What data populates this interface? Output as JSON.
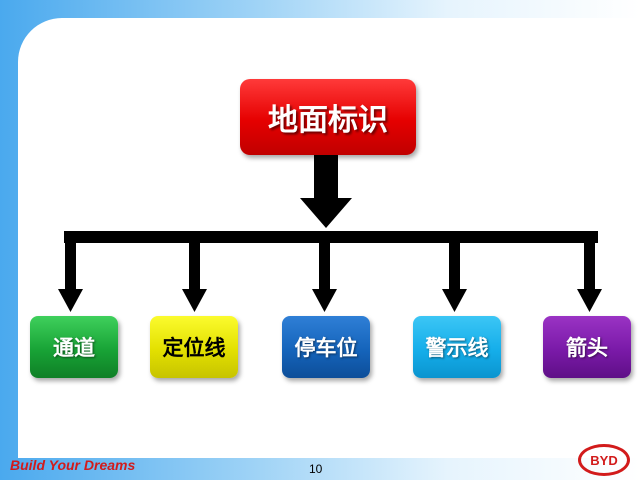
{
  "diagram": {
    "root": {
      "label": "地面标识",
      "color": "#e50000"
    },
    "children": [
      {
        "label": "通道",
        "color": "#18a336"
      },
      {
        "label": "定位线",
        "color": "#e3e000"
      },
      {
        "label": "停车位",
        "color": "#1564bb"
      },
      {
        "label": "警示线",
        "color": "#15aeea"
      },
      {
        "label": "箭头",
        "color": "#7a1aa8"
      }
    ]
  },
  "footer": {
    "tagline": "Build Your Dreams",
    "page_number": "10",
    "logo_text": "BYD",
    "brand_color": "#d21b1b"
  }
}
